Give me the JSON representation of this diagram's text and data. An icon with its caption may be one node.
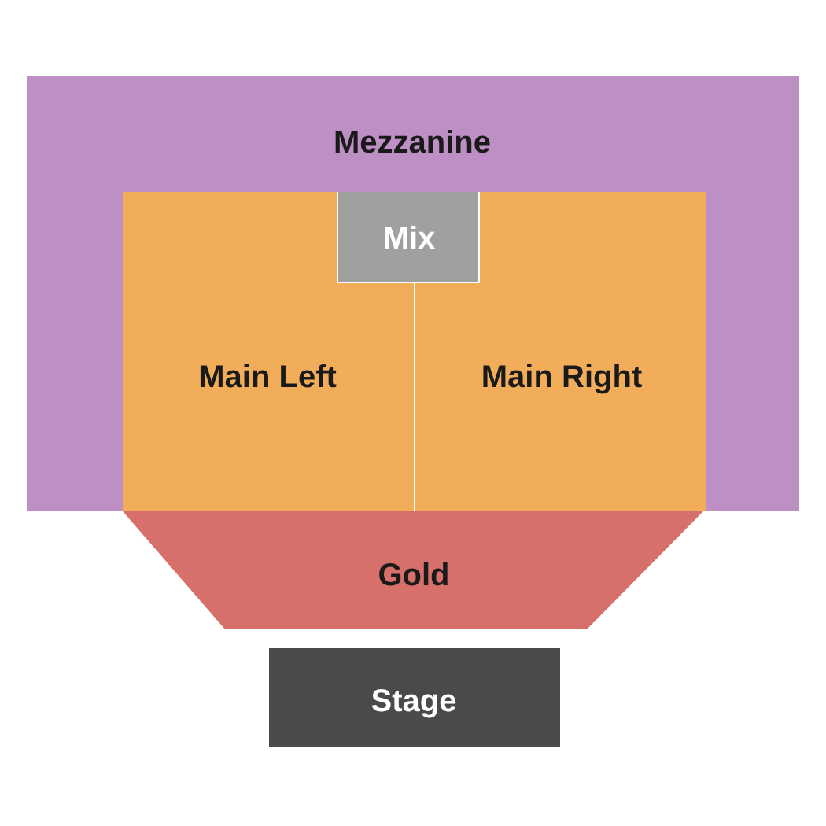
{
  "diagram": {
    "nodes": [
      {
        "text": [
          "Mezzanine"
        ]
      },
      {
        "text": [
          "Main Left"
        ],
        "in": 0
      },
      {
        "text": [
          "Main Right"
        ],
        "in": 0
      },
      {
        "text": [
          "Mix"
        ],
        "in": 0
      },
      {
        "text": [
          "Gold"
        ]
      },
      {
        "text": [
          "Stage"
        ]
      }
    ]
  }
}
